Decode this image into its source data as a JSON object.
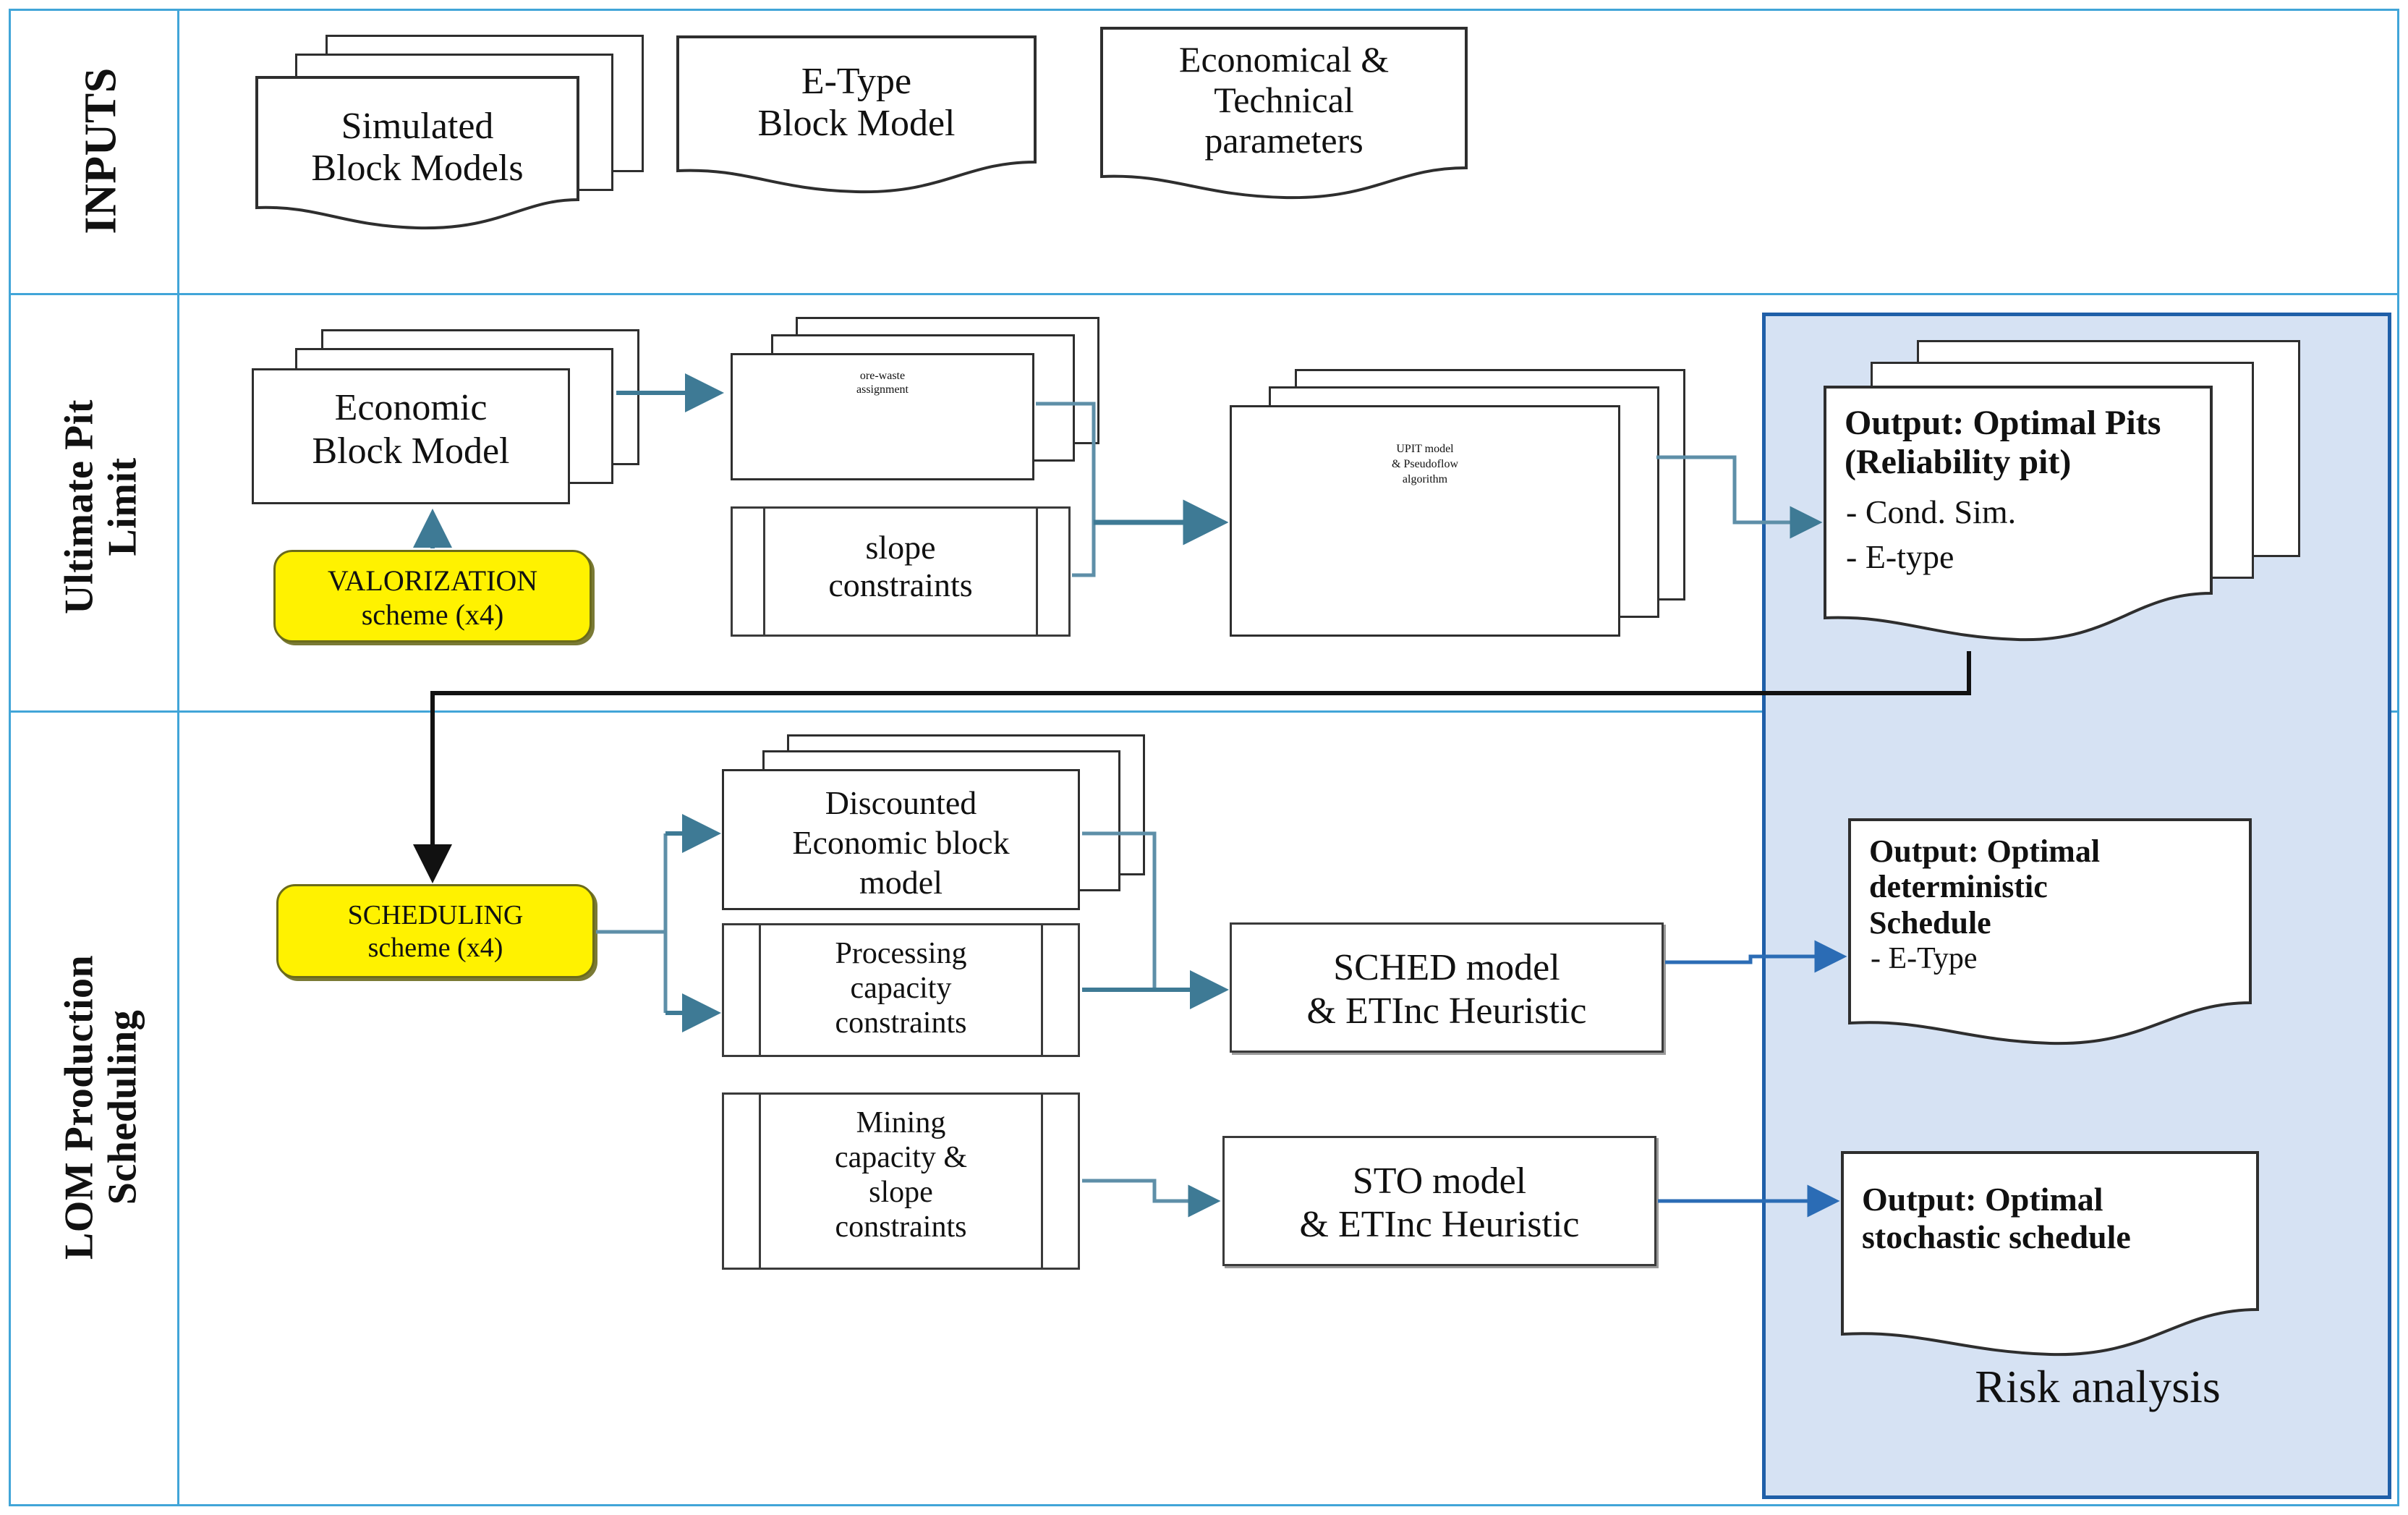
{
  "diagram": {
    "title": "Mine planning workflow: Ultimate Pit Limit and LOM Production Scheduling",
    "accent_grid_color": "#41A5D8",
    "risk_panel_fill": "#D6E2F3",
    "risk_panel_border": "#1F5FA8",
    "scheme_fill": "#FFF200",
    "connector_color": "#3E7A95"
  },
  "rows": {
    "inputs_label": "INPUTS",
    "upl_label": "Ultimate Pit\nLimit",
    "lom_label": "LOM Production\nScheduling"
  },
  "inputs": {
    "simulated_block_models": "Simulated\nBlock Models",
    "etype_block_model": "E-Type\nBlock Model",
    "econ_tech_parameters": "Economical &\nTechnical\nparameters"
  },
  "upl": {
    "economic_block_model": "Economic\nBlock Model",
    "valorization_scheme": "VALORIZATION\nscheme (x4)",
    "ore_waste_assignment": "ore-waste\nassignment",
    "slope_constraints": "slope\nconstraints",
    "upit_model": "UPIT model\n& Pseudoflow\nalgorithm",
    "output_title": "Output: Optimal Pits\n(Reliability pit)",
    "output_items": [
      "- Cond. Sim.",
      "- E-type"
    ]
  },
  "lom": {
    "scheduling_scheme": "SCHEDULING\nscheme (x4)",
    "discounted_block_model": "Discounted\nEconomic block\nmodel",
    "processing_capacity_constraints": "Processing\ncapacity\nconstraints",
    "mining_slope_constraints": "Mining\ncapacity &\nslope\nconstraints",
    "sched_model": "SCHED model\n& ETInc Heuristic",
    "sto_model": "STO model\n& ETInc Heuristic",
    "output_deterministic_title": "Output: Optimal\ndeterministic\nSchedule",
    "output_deterministic_item": "- E-Type",
    "output_stochastic_title": "Output: Optimal\nstochastic schedule"
  },
  "risk": {
    "caption": "Risk analysis"
  }
}
